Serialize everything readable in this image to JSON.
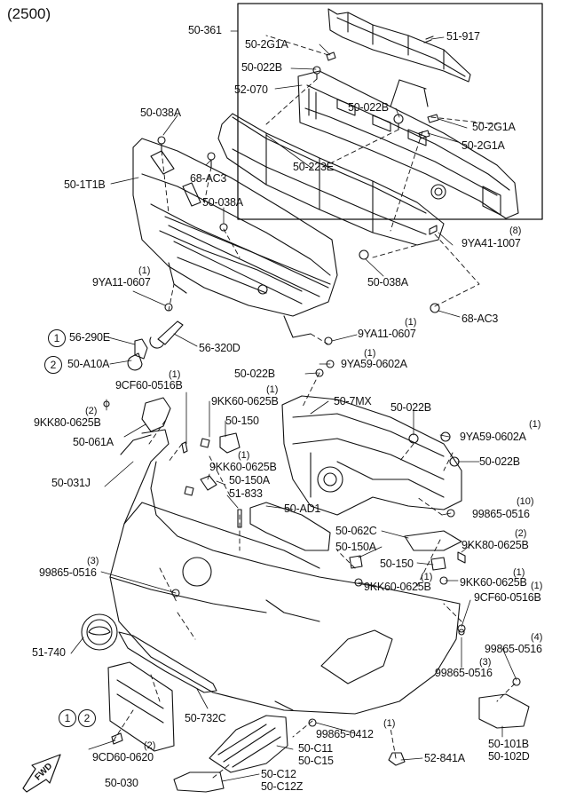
{
  "header": "(2500)",
  "callouts": {
    "c1": "1",
    "c2": "2",
    "c1b": "1",
    "c2b": "2"
  },
  "fwd": "FWD",
  "labels": {
    "p50_361": "50-361",
    "p50_2G1A_a": "50-2G1A",
    "p51_917": "51-917",
    "p50_022B_a": "50-022B",
    "p52_070": "52-070",
    "p50_022B_b": "50-022B",
    "p50_2G1A_b": "50-2G1A",
    "p50_2G1A_c": "50-2G1A",
    "p50_038A_a": "50-038A",
    "p68_AC3_a": "68-AC3",
    "p50_223E": "50-223E",
    "p50_1T1B": "50-1T1B",
    "p50_038A_b": "50-038A",
    "p9YA41": "9YA41-1007",
    "q9YA41": "(8)",
    "p9YA11_a": "9YA11-0607",
    "q9YA11_a": "(1)",
    "p50_038A_c": "50-038A",
    "p68_AC3_b": "68-AC3",
    "p56_290E": "56-290E",
    "p56_320D": "56-320D",
    "p9YA11_b": "9YA11-0607",
    "q9YA11_b": "(1)",
    "p50_A10A": "50-A10A",
    "p50_022B_c": "50-022B",
    "p9YA59_a": "9YA59-0602A",
    "q9YA59_a": "(1)",
    "p9CF60_a": "9CF60-0516B",
    "q9CF60_a": "(1)",
    "p9KK60_a": "9KK60-0625B",
    "q9KK60_a": "(1)",
    "p50_7MX": "50-7MX",
    "p50_022B_d": "50-022B",
    "p9KK80_a": "9KK80-0625B",
    "q9KK80_a": "(2)",
    "p50_150_a": "50-150",
    "p9YA59_b": "9YA59-0602A",
    "q9YA59_b": "(1)",
    "p50_061A": "50-061A",
    "p50_022B_e": "50-022B",
    "p9KK60_b": "9KK60-0625B",
    "q9KK60_b": "(1)",
    "p50_031J": "50-031J",
    "p50_150A_a": "50-150A",
    "p51_833": "51-833",
    "p50_AD1": "50-AD1",
    "p99865_a": "99865-0516",
    "q99865_a": "(10)",
    "p50_062C": "50-062C",
    "p9KK80_b": "9KK80-0625B",
    "q9KK80_b": "(2)",
    "p99865_b": "99865-0516",
    "q99865_b": "(3)",
    "p50_150A_b": "50-150A",
    "p50_150_b": "50-150",
    "p9KK60_c": "9KK60-0625B",
    "q9KK60_c": "(1)",
    "p9KK60_d": "9KK60-0625B",
    "q9KK60_d": "(1)",
    "p9CF60_b": "9CF60-0516B",
    "q9CF60_b": "(1)",
    "p51_740": "51-740",
    "p99865_c": "99865-0516",
    "q99865_c": "(4)",
    "p99865_d": "99865-0516",
    "q99865_d": "(3)",
    "p50_732C": "50-732C",
    "p99865_0412": "99865-0412",
    "q99865_0412": "(1)",
    "p9CD60": "9CD60-0620",
    "q9CD60": "(2)",
    "p50_C11": "50-C11",
    "p50_C15": "50-C15",
    "p52_841A": "52-841A",
    "p50_101B": "50-101B",
    "p50_102D": "50-102D",
    "p50_C12": "50-C12",
    "p50_C12Z": "50-C12Z",
    "p50_030": "50-030"
  }
}
